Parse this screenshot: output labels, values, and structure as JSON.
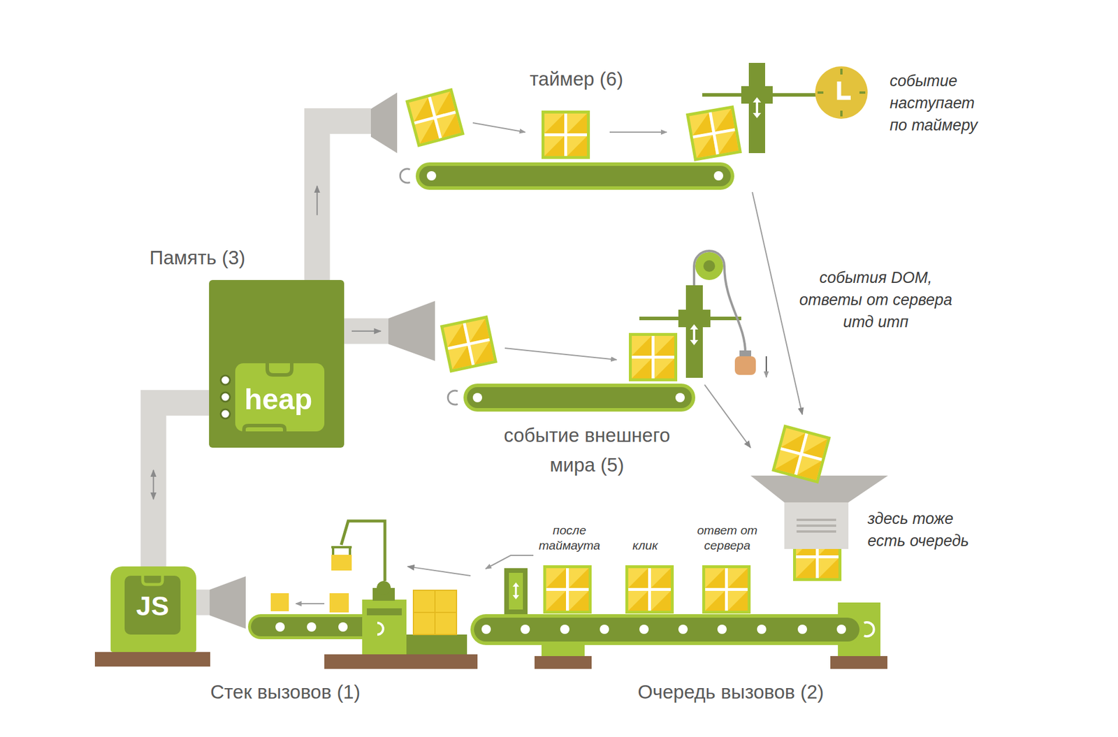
{
  "diagram": {
    "nodes": [
      {
        "text": [
          "Память (3)",
          "heap"
        ]
      },
      {
        "text": [
          "JS"
        ]
      },
      {
        "text": [
          "таймер (6)"
        ]
      },
      {
        "text": [
          "событие внешнего мира (5)"
        ]
      },
      {
        "text": [
          "здесь тоже есть очередь"
        ]
      },
      {
        "text": [
          "Очередь вызовов (2)"
        ]
      },
      {
        "text": [
          "Стек вызовов (1)"
        ]
      }
    ],
    "edges": [
      {
        "from": 0,
        "to": 2,
        "arrow": "to"
      },
      {
        "from": 0,
        "to": 3,
        "arrow": "to"
      },
      {
        "from": 0,
        "to": 1,
        "arrow": "both"
      },
      {
        "from": 1,
        "to": 6,
        "arrow": "none"
      },
      {
        "from": 2,
        "to": 4,
        "arrow": "to"
      },
      {
        "from": 3,
        "to": 4,
        "arrow": "to"
      },
      {
        "from": 5,
        "to": 6,
        "arrow": "to"
      }
    ],
    "labels": [
      "событие наступает по таймеру",
      "события DOM, ответы от сервера итд итп",
      "после таймаута",
      "клик",
      "ответ от сервера"
    ]
  }
}
